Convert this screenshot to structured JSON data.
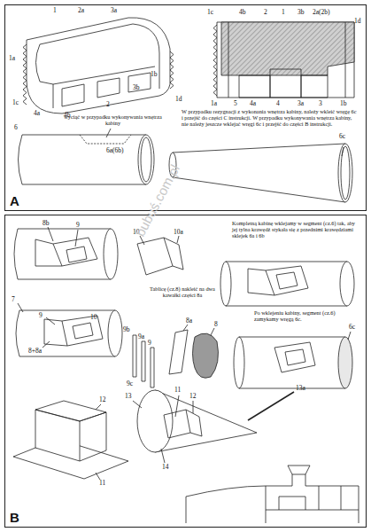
{
  "diagram": {
    "nodes": [
      {
        "text": [
          "A"
        ]
      },
      {
        "text": [
          "B"
        ]
      }
    ],
    "labels": [
      "1",
      "2a",
      "3a",
      "1a",
      "1c",
      "4a",
      "4b",
      "2",
      "3b",
      "1b",
      "1d",
      "1c",
      "4b",
      "2",
      "1",
      "3b",
      "2a(2b)",
      "1d",
      "1a",
      "5",
      "4a",
      "4",
      "3a",
      "3",
      "1b",
      "6",
      "wyciąć w przypadku wykonywania wnętrza kabiny",
      "6a(6b)",
      "W przypadku rezygnacji z wykonania wnętrza kabiny, należy wkleić wręgę 6c i przejść do części C instrukcji. W przypadku wykonywania wnętrza kabiny, nie należy jeszcze wklejać wręgi 6c i przejść do części B instrukcji.",
      "6c",
      "8b",
      "9",
      "7",
      "9",
      "10",
      "8+8a",
      "10",
      "10a",
      "Tablicę (cz.8) nakleić na dwa kawałki części 8a",
      "8a",
      "8",
      "9b",
      "9a",
      "9",
      "9c",
      "Kompletną kabinę wklejamy w segment (cz.6) tak, aby jej tylna krawędź stykała się z przednimi krawędziami sklejek 6a i 6b",
      "Po wklejeniu kabiny, segment (cz.6) zamykamy wręgą 6c.",
      "6c",
      "12",
      "11",
      "13",
      "11",
      "12",
      "13a",
      "14",
      "bubuś.com.pl"
    ]
  }
}
